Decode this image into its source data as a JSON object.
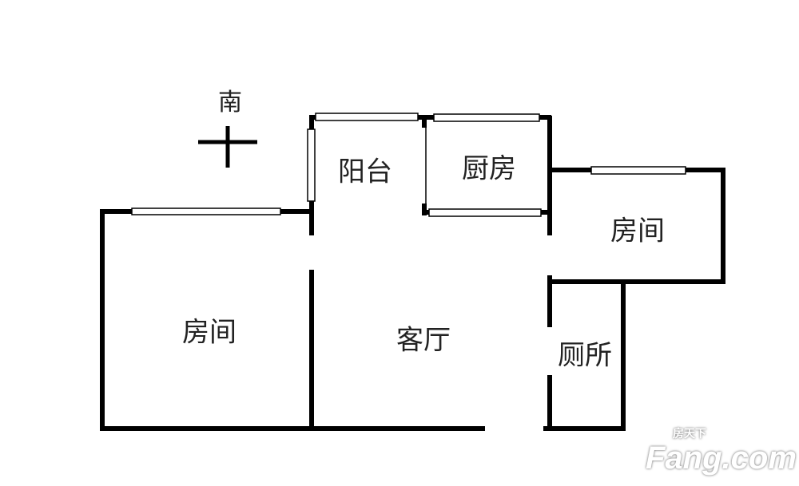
{
  "compass": {
    "direction": "南"
  },
  "rooms": {
    "balcony": "阳台",
    "kitchen": "厨房",
    "bedroom_right": "房间",
    "bedroom_left": "房间",
    "living_room": "客厅",
    "toilet": "厕所"
  },
  "watermark": {
    "brand": "Fang.com",
    "brand_cn": "房天下"
  }
}
